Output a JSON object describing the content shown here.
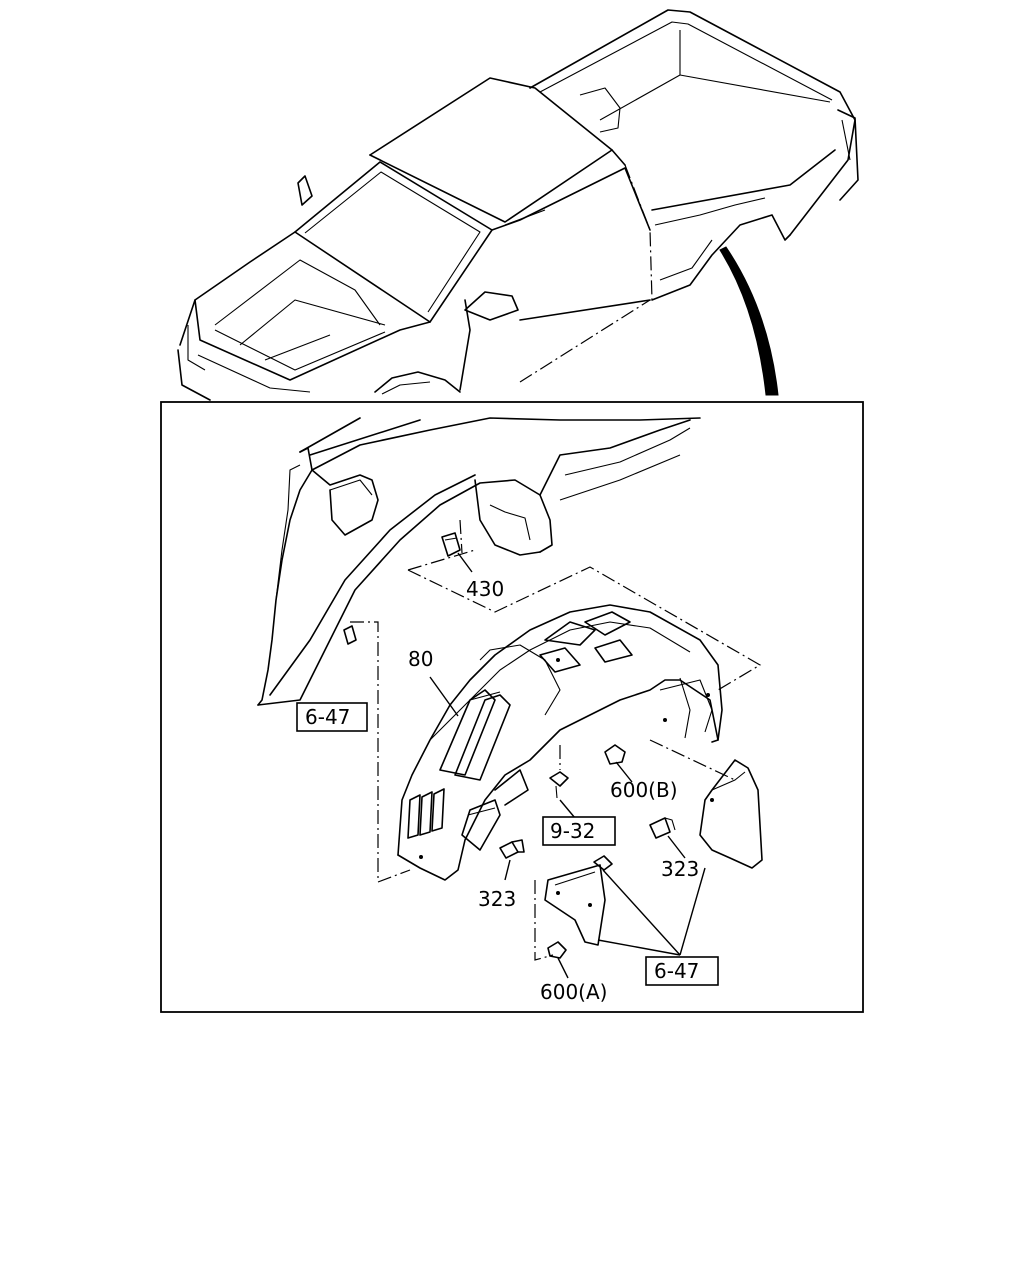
{
  "labels": {
    "inner_liner_ref": "80",
    "bracket_ref": "430",
    "clip_ref_b": "600(B)",
    "clip_ref_a": "600(A)",
    "screw_ref_right": "323",
    "screw_ref_left": "323",
    "group_ref_932": "9-32",
    "group_ref_647_left": "6-47",
    "group_ref_647_right": "6-47"
  }
}
